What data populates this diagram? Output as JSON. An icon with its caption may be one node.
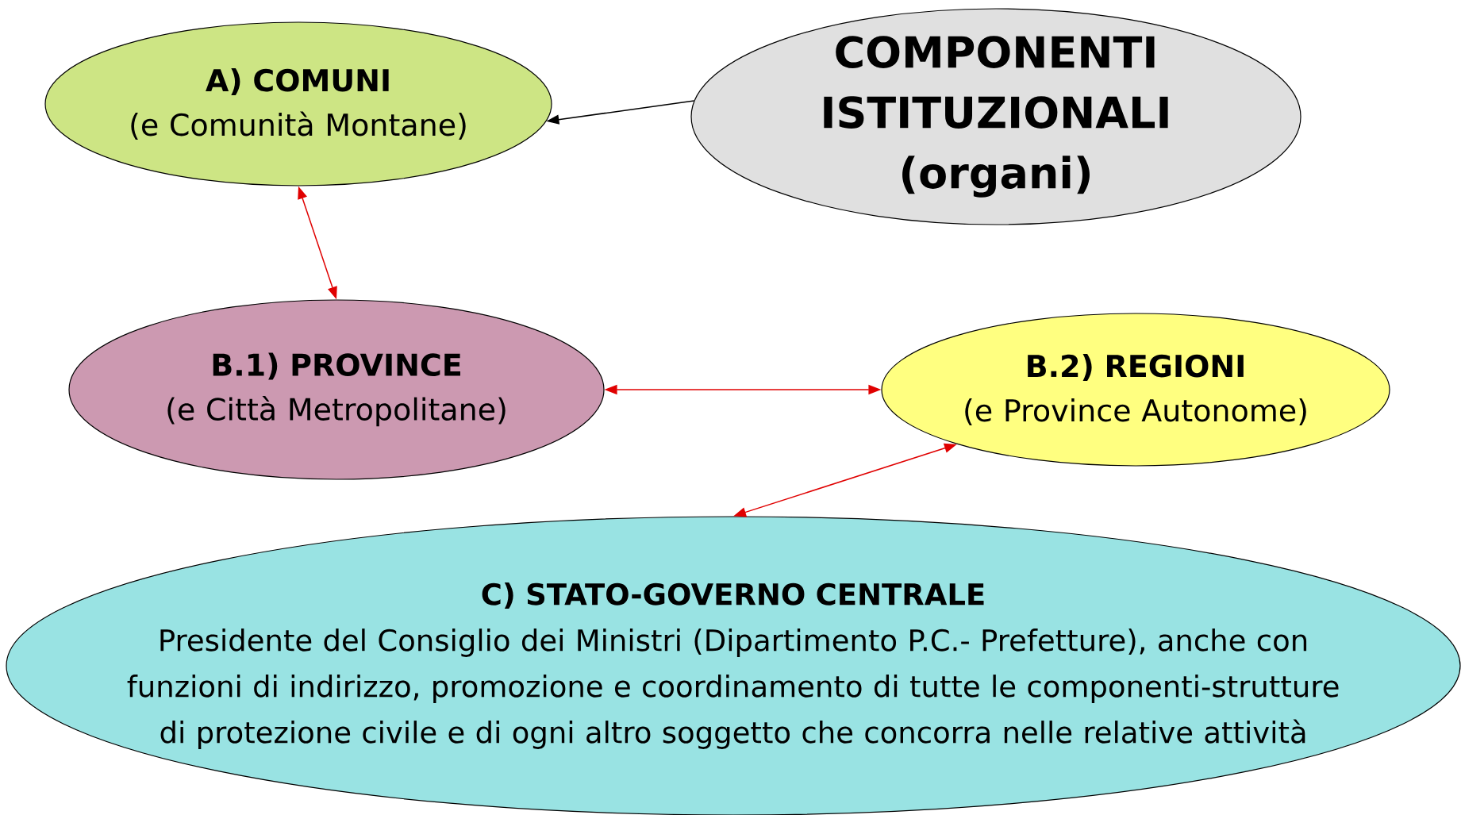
{
  "diagram": {
    "nodes": [
      {
        "text": [
          "COMPONENTI ISTITUZIONALI (organi)"
        ]
      },
      {
        "text": [
          "A) COMUNI",
          "(e Comunità Montane)"
        ]
      },
      {
        "text": [
          "B.1) PROVINCE",
          "(e Città Metropolitane)"
        ]
      },
      {
        "text": [
          "B.2) REGIONI",
          "(e Province Autonome)"
        ]
      },
      {
        "text": [
          "C) STATO-GOVERNO CENTRALE",
          "Presidente del Consiglio dei Ministri (Dipartimento P.C.- Prefetture), anche con funzioni di indirizzo, promozione e coordinamento di tutte le componenti-strutture di protezione civile e di ogni altro soggetto che concorra nelle relative attività"
        ]
      }
    ],
    "edges": [
      {
        "from": 0,
        "to": 1,
        "arrow": "to",
        "color": "#000000"
      },
      {
        "from": 1,
        "to": 2,
        "arrow": "both"
      },
      {
        "from": 2,
        "to": 3,
        "arrow": "both"
      },
      {
        "from": 3,
        "to": 4,
        "arrow": "both"
      }
    ]
  }
}
